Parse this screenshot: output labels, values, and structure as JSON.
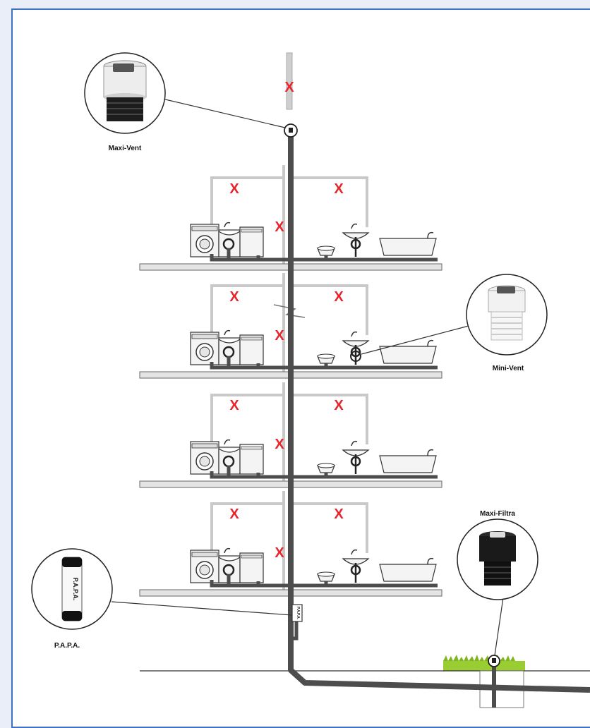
{
  "colors": {
    "frame_border": "#3d6fc4",
    "main_pipe": "#4d4d4d",
    "vent_pipe": "#c9c9c9",
    "blocked_mark": "#e8232a",
    "grass": "#9acd32"
  },
  "products": {
    "maxi_vent": {
      "label": "Maxi-Vent"
    },
    "mini_vent": {
      "label": "Mini-Vent"
    },
    "maxi_filtra": {
      "label": "Maxi-Filtra"
    },
    "papa": {
      "label": "P.A.P.A.",
      "device_text": "P.A.P.A."
    }
  },
  "blocked_symbol": "X",
  "floors": [
    {
      "name": "floor-1"
    },
    {
      "name": "floor-2"
    },
    {
      "name": "floor-3"
    },
    {
      "name": "floor-4"
    }
  ]
}
